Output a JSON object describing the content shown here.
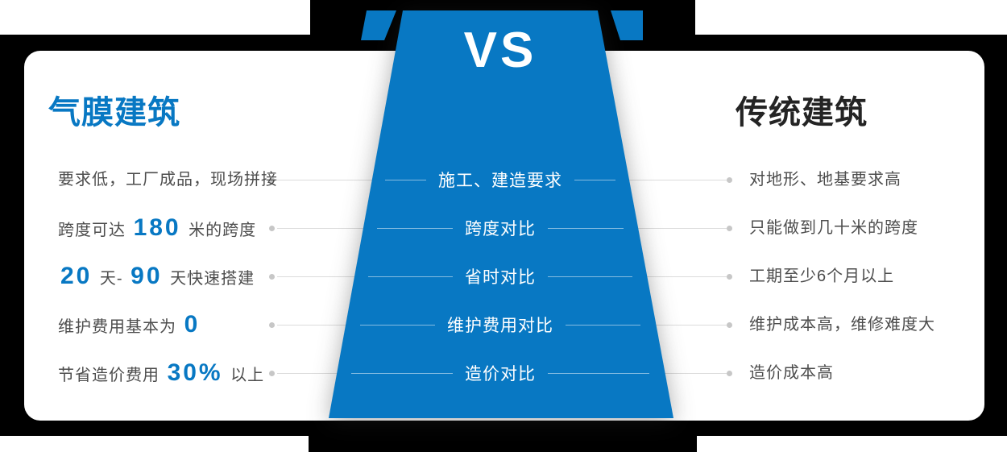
{
  "vs_badge": "VS",
  "left_panel": {
    "title": "气膜建筑",
    "rows": [
      [
        {
          "t": "要求低，工厂成品，现场拼接",
          "h": false
        }
      ],
      [
        {
          "t": "跨度可达 ",
          "h": false
        },
        {
          "t": "180",
          "h": true
        },
        {
          "t": " 米的跨度",
          "h": false
        }
      ],
      [
        {
          "t": "20",
          "h": true
        },
        {
          "t": " 天- ",
          "h": false
        },
        {
          "t": "90",
          "h": true
        },
        {
          "t": " 天快速搭建",
          "h": false
        }
      ],
      [
        {
          "t": "维护费用基本为 ",
          "h": false
        },
        {
          "t": "0",
          "h": true
        }
      ],
      [
        {
          "t": "节省造价费用 ",
          "h": false
        },
        {
          "t": "30%",
          "h": true
        },
        {
          "t": " 以上",
          "h": false
        }
      ]
    ]
  },
  "center_panel": {
    "labels": [
      "施工、建造要求",
      "跨度对比",
      "省时对比",
      "维护费用对比",
      "造价对比"
    ]
  },
  "right_panel": {
    "title": "传统建筑",
    "rows": [
      "对地形、地基要求高",
      "只能做到几十米的跨度",
      "工期至少6个月以上",
      "维护成本高，维修难度大",
      "造价成本高"
    ]
  },
  "colors": {
    "brand_blue": "#0878C3",
    "title_dark": "#242424",
    "body_text": "#4D4D4D",
    "connector_line": "#DCDCDC",
    "connector_dot": "#C7C7C7",
    "card_bg": "#FFFFFF",
    "backdrop": "#000000",
    "vs_text": "#FFFFFF"
  }
}
